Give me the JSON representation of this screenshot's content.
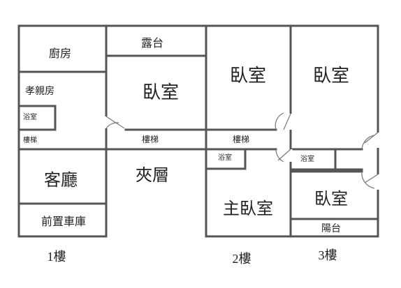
{
  "floors": {
    "floor1": {
      "label": "1樓",
      "rooms": {
        "kitchen": "廚房",
        "elder_room": "孝親房",
        "bathroom": "浴室",
        "stairs": "樓梯",
        "living_room": "客廳",
        "garage": "前置車庫"
      }
    },
    "mezzanine": {
      "rooms": {
        "terrace": "露台",
        "bedroom": "臥室",
        "stairs": "樓梯",
        "mezzanine_floor": "夾層"
      }
    },
    "floor2": {
      "label": "2樓",
      "rooms": {
        "bedroom": "臥室",
        "stairs": "樓梯",
        "bathroom": "浴室",
        "master_bedroom": "主臥室"
      }
    },
    "floor3": {
      "label": "3樓",
      "rooms": {
        "bedroom_top": "臥室",
        "bathroom": "浴室",
        "bedroom_bottom": "臥室",
        "balcony": "陽台"
      }
    }
  },
  "colors": {
    "wall": "#555555",
    "door": "#777777",
    "text": "#222222"
  }
}
